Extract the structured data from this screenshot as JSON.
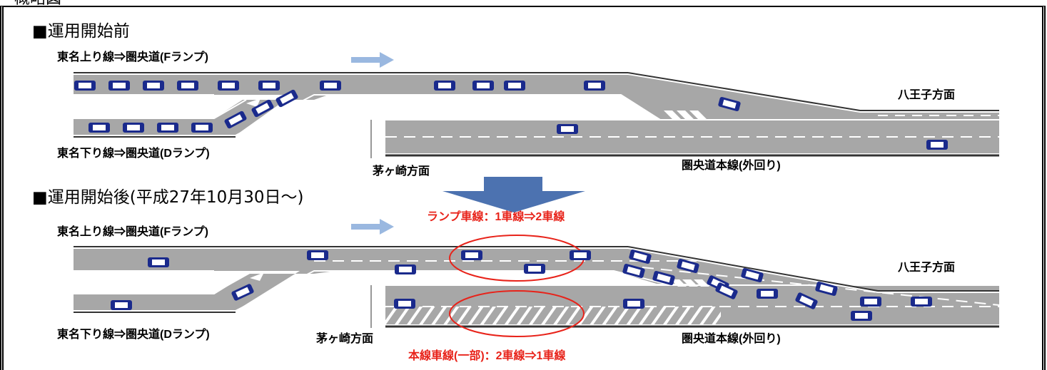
{
  "page_title": "概略図",
  "before": {
    "heading": "■運用開始前",
    "label_upper_ramp": "東名上り線⇒圏央道(Fランプ)",
    "label_lower_ramp": "東名下り線⇒圏央道(Dランプ)",
    "label_hachioji": "八王子方面",
    "label_chigasaki": "茅ヶ崎方面",
    "label_mainline": "圏央道本線(外回り)"
  },
  "after": {
    "heading": "■運用開始後(平成27年10月30日～)",
    "label_ramp_change": "ランプ車線：1車線⇒2車線",
    "label_upper_ramp": "東名上り線⇒圏央道(Fランプ)",
    "label_lower_ramp": "東名下り線⇒圏央道(Dランプ)",
    "label_hachioji": "八王子方面",
    "label_chigasaki": "茅ヶ崎方面",
    "label_mainline": "圏央道本線(外回り)",
    "label_mainline_change": "本線車線(一部)：2車線⇒1車線"
  },
  "colors": {
    "road": "#a7a7a7",
    "road_edge": "#ffffff",
    "car": "#1a2a8c",
    "highlight_circle": "#e8231a",
    "direction_arrow": "#9ab8e0",
    "down_arrow": "#4c72b0"
  },
  "icons": [
    "car-icon",
    "direction-arrow-icon",
    "down-arrow-icon"
  ]
}
